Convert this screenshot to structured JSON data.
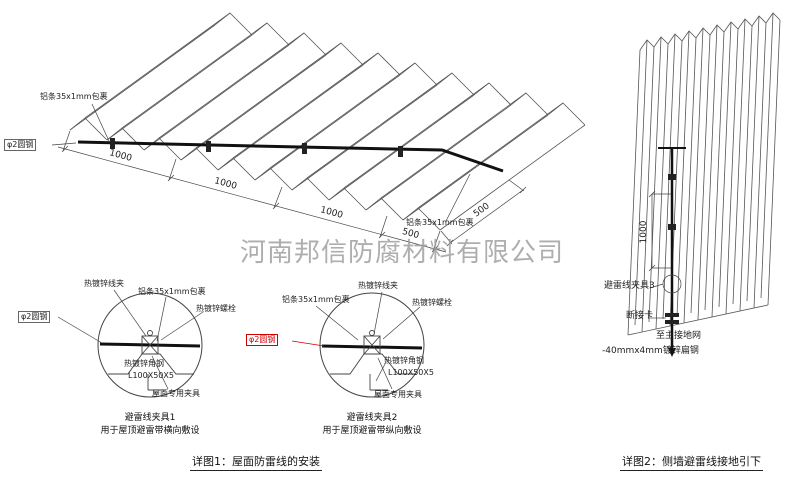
{
  "watermark": "河南邦信防腐材料有限公司",
  "roof": {
    "alu_left": "铝条35x1mm包裹",
    "alu_right": "铝条35x1mm包裹",
    "steel": "φ2圆钢",
    "dim1": "1000",
    "dim2": "1000",
    "dim3": "1000",
    "dim4": "500",
    "dim_side": "500"
  },
  "detail1": {
    "clamp": "热镀锌线夹",
    "alu": "铝条35x1mm包裹",
    "bolt": "热镀锌螺栓",
    "steel": "φ2圆钢",
    "angle": "热镀锌角钢",
    "angle_spec": "L100X50X5",
    "fixture": "屋面专用夹具",
    "title": "避雷线夹具1",
    "subtitle": "用于屋顶避雷带横向敷设"
  },
  "detail2": {
    "alu": "铝条35x1mm包裹",
    "clamp": "热镀锌线夹",
    "bolt": "热镀锌螺栓",
    "steel": "φ2圆钢",
    "angle": "热镀锌角钢",
    "angle_spec": "L100X50X5",
    "fixture": "屋面专用夹具",
    "title": "避雷线夹具2",
    "subtitle": "用于屋顶避雷带纵向敷设"
  },
  "wall": {
    "dim": "1000",
    "clamp3": "避雷线夹具3",
    "breaker": "断接卡",
    "ground": "至主接地网",
    "flat_steel": "-40mmx4mm镀锌扁钢"
  },
  "captions": {
    "fig1": "详图1：屋面防雷线的安装",
    "fig2": "详图2：侧墙避雷线接地引下"
  },
  "colors": {
    "ink": "#444444",
    "wire": "#111111",
    "accent_red": "#d40000",
    "watermark_gray": "#9b9b9b"
  }
}
